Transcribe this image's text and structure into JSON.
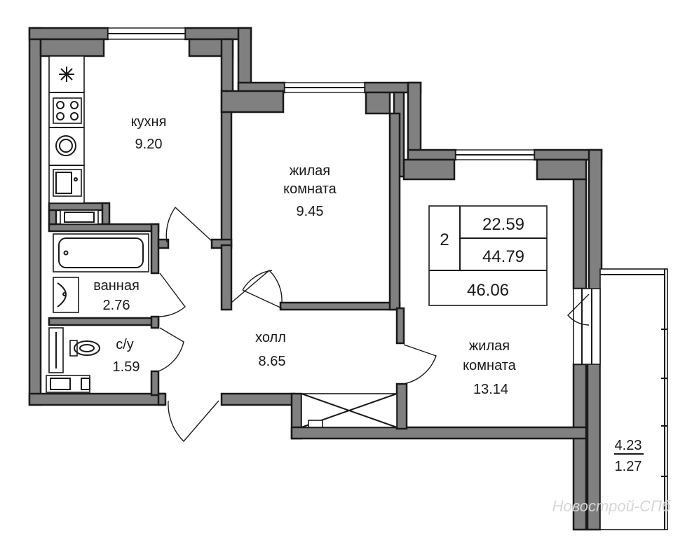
{
  "rooms": {
    "kitchen": {
      "name": "кухня",
      "area": "9.20"
    },
    "bedroom_small": {
      "line1": "жилая",
      "line2": "комната",
      "area": "9.45"
    },
    "bathroom": {
      "name": "ванная",
      "area": "2.76"
    },
    "toilet": {
      "name": "с/у",
      "area": "1.59"
    },
    "hall": {
      "name": "холл",
      "area": "8.65"
    },
    "living_large": {
      "line1": "жилая",
      "line2": "комната",
      "area": "13.14"
    }
  },
  "balcony": {
    "area_total": "4.23",
    "area_reduced": "1.27"
  },
  "summary": {
    "rooms_count": "2",
    "living_area": "22.59",
    "total_area": "44.79",
    "total_with_balcony": "46.06"
  },
  "watermark": "Новострой-СПб"
}
